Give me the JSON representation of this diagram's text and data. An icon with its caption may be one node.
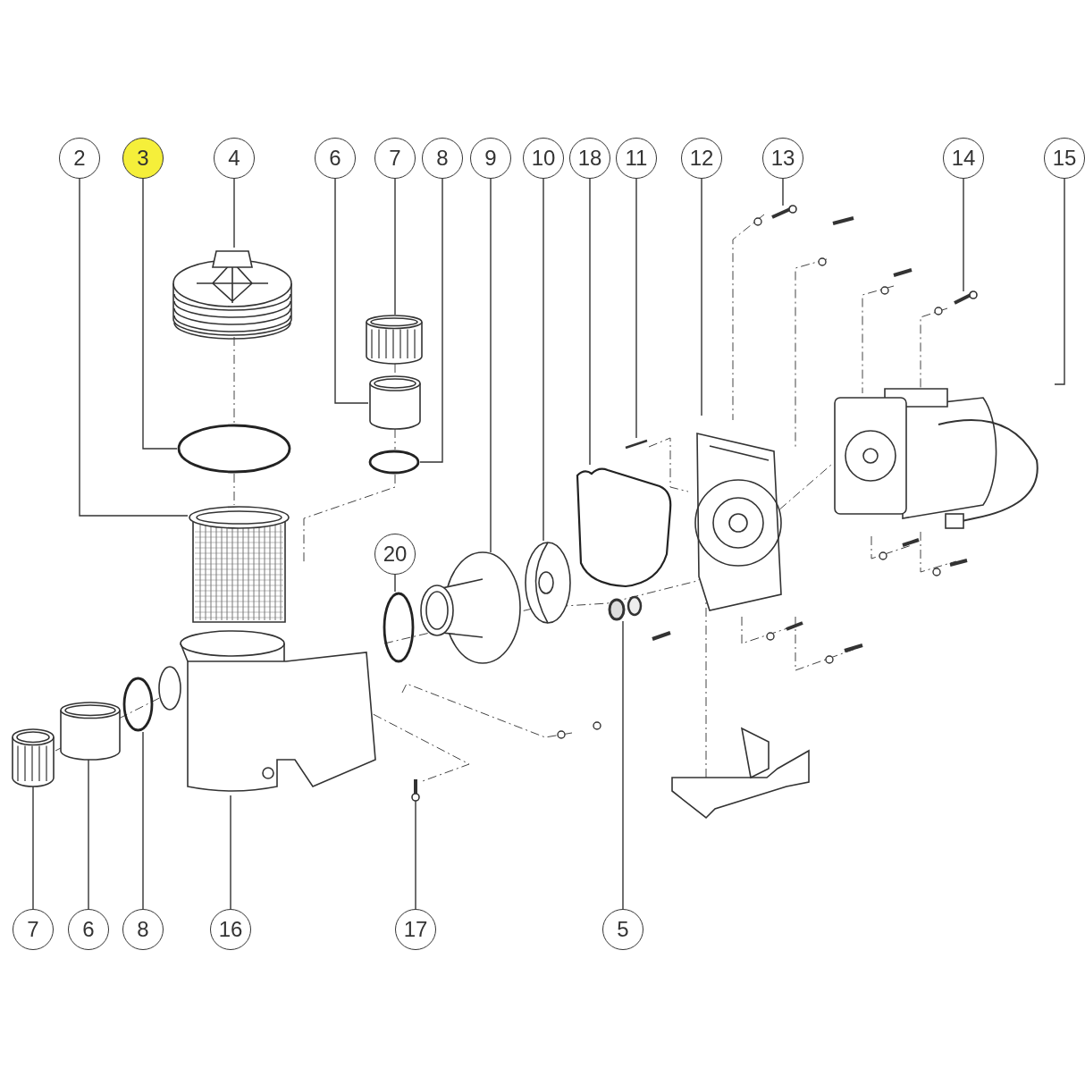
{
  "diagram": {
    "nodes": [
      {
        "text": [
          "2"
        ]
      },
      {
        "text": [
          "3"
        ]
      },
      {
        "text": [
          "4"
        ]
      },
      {
        "text": [
          "6"
        ]
      },
      {
        "text": [
          "7"
        ]
      },
      {
        "text": [
          "8"
        ]
      },
      {
        "text": [
          "9"
        ]
      },
      {
        "text": [
          "10"
        ]
      },
      {
        "text": [
          "18"
        ]
      },
      {
        "text": [
          "11"
        ]
      },
      {
        "text": [
          "12"
        ]
      },
      {
        "text": [
          "13"
        ]
      },
      {
        "text": [
          "14"
        ]
      },
      {
        "text": [
          "15"
        ]
      },
      {
        "text": [
          "20"
        ]
      },
      {
        "text": [
          "7"
        ]
      },
      {
        "text": [
          "6"
        ]
      },
      {
        "text": [
          "8"
        ]
      },
      {
        "text": [
          "16"
        ]
      },
      {
        "text": [
          "17"
        ]
      },
      {
        "text": [
          "5"
        ]
      },
      {
        "text": [],
        "shape": "picture"
      },
      {
        "text": [],
        "shape": "circle"
      },
      {
        "text": [],
        "shape": "picture"
      },
      {
        "text": [],
        "shape": "cylinder"
      },
      {
        "text": [],
        "shape": "picture"
      },
      {
        "text": [],
        "shape": "circle"
      },
      {
        "text": [],
        "shape": "picture"
      },
      {
        "text": [],
        "shape": "picture"
      },
      {
        "text": [],
        "shape": "picture"
      },
      {
        "text": [],
        "shape": "picture"
      },
      {
        "text": [],
        "shape": "picture"
      },
      {
        "text": [],
        "shape": "picture"
      },
      {
        "text": [],
        "shape": "picture"
      },
      {
        "text": [],
        "shape": "picture"
      },
      {
        "text": [],
        "shape": "circle"
      },
      {
        "text": [],
        "shape": "picture"
      },
      {
        "text": [],
        "shape": "cylinder"
      },
      {
        "text": [],
        "shape": "circle"
      },
      {
        "text": [],
        "shape": "picture"
      },
      {
        "text": [],
        "shape": "picture"
      },
      {
        "text": [],
        "shape": "picture"
      }
    ],
    "edges": [
      {
        "from": 0,
        "to": 21,
        "arrow": "none"
      },
      {
        "from": 1,
        "to": 22,
        "arrow": "none"
      },
      {
        "from": 2,
        "to": 23,
        "arrow": "none"
      },
      {
        "from": 3,
        "to": 24,
        "arrow": "none"
      },
      {
        "from": 4,
        "to": 25,
        "arrow": "none"
      },
      {
        "from": 5,
        "to": 26,
        "arrow": "none"
      },
      {
        "from": 6,
        "to": 27,
        "arrow": "none"
      },
      {
        "from": 7,
        "to": 28,
        "arrow": "none"
      },
      {
        "from": 8,
        "to": 29,
        "arrow": "none"
      },
      {
        "from": 9,
        "to": 30,
        "arrow": "none"
      },
      {
        "from": 10,
        "to": 31,
        "arrow": "none"
      },
      {
        "from": 11,
        "to": 32,
        "arrow": "none"
      },
      {
        "from": 12,
        "to": 33,
        "arrow": "none"
      },
      {
        "from": 13,
        "to": 34,
        "arrow": "none"
      },
      {
        "from": 14,
        "to": 35,
        "arrow": "none"
      },
      {
        "from": 15,
        "to": 36,
        "arrow": "none"
      },
      {
        "from": 16,
        "to": 37,
        "arrow": "none"
      },
      {
        "from": 17,
        "to": 38,
        "arrow": "none"
      },
      {
        "from": 18,
        "to": 39,
        "arrow": "none"
      },
      {
        "from": 19,
        "to": 40,
        "arrow": "none"
      },
      {
        "from": 20,
        "to": 41,
        "arrow": "none"
      }
    ]
  }
}
